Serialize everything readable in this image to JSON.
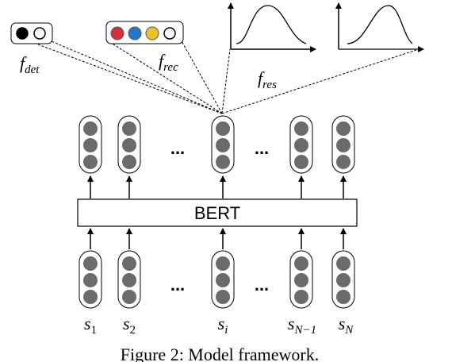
{
  "encoder": {
    "label": "BERT"
  },
  "heads": {
    "det": {
      "label": "f",
      "sub": "det",
      "dot_colors": [
        "#000000",
        "#ffffff"
      ]
    },
    "rec": {
      "label": "f",
      "sub": "rec",
      "dot_colors": [
        "#d62f3c",
        "#1f78c8",
        "#f2c12e",
        "#ffffff"
      ]
    },
    "res": {
      "label": "f",
      "sub": "res"
    }
  },
  "ellipsis": "...",
  "inputs": [
    {
      "name": "s",
      "sub": "1"
    },
    {
      "name": "s",
      "sub": "2"
    },
    {
      "name": "s",
      "sub": "i"
    },
    {
      "name": "s",
      "sub": "N−1"
    },
    {
      "name": "s",
      "sub": "N"
    }
  ],
  "caption": "Figure 2: Model framework."
}
